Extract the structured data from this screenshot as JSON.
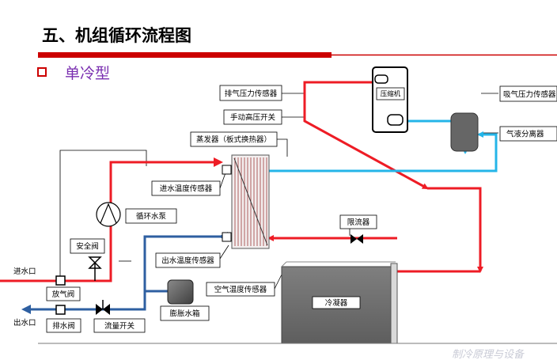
{
  "header": {
    "title": "五、机组循环流程图",
    "subtitle_marker": "□",
    "subtitle": "单冷型"
  },
  "labels": {
    "discharge_pressure_sensor": "排气压力传感器",
    "manual_high_pressure_switch": "手动高压开关",
    "compressor": "压缩机",
    "suction_pressure_sensor": "吸气压力传感器",
    "gas_liquid_separator": "气液分离器",
    "evaporator": "蒸发器（板式换热器）",
    "inlet_water_temp_sensor": "进水温度传感器",
    "circulation_pump": "循环水泵",
    "safety_valve": "安全阀",
    "throttle": "限流器",
    "outlet_water_temp_sensor": "出水温度传感器",
    "air_temp_sensor": "空气温度传感器",
    "water_inlet": "进水口",
    "air_vent_valve": "放气阀",
    "expansion_tank": "膨胀水箱",
    "water_outlet": "出水口",
    "drain_valve": "排水阀",
    "flow_switch": "流量开关",
    "condenser": "冷凝器"
  },
  "colors": {
    "high_temp_line": "#ee1c25",
    "return_water_line": "#2e5fa1",
    "suction_line": "#24b5e8",
    "header_bar": "#cc0000",
    "title_accent": "#7a2fb0"
  },
  "watermark": "制冷原理与设备"
}
